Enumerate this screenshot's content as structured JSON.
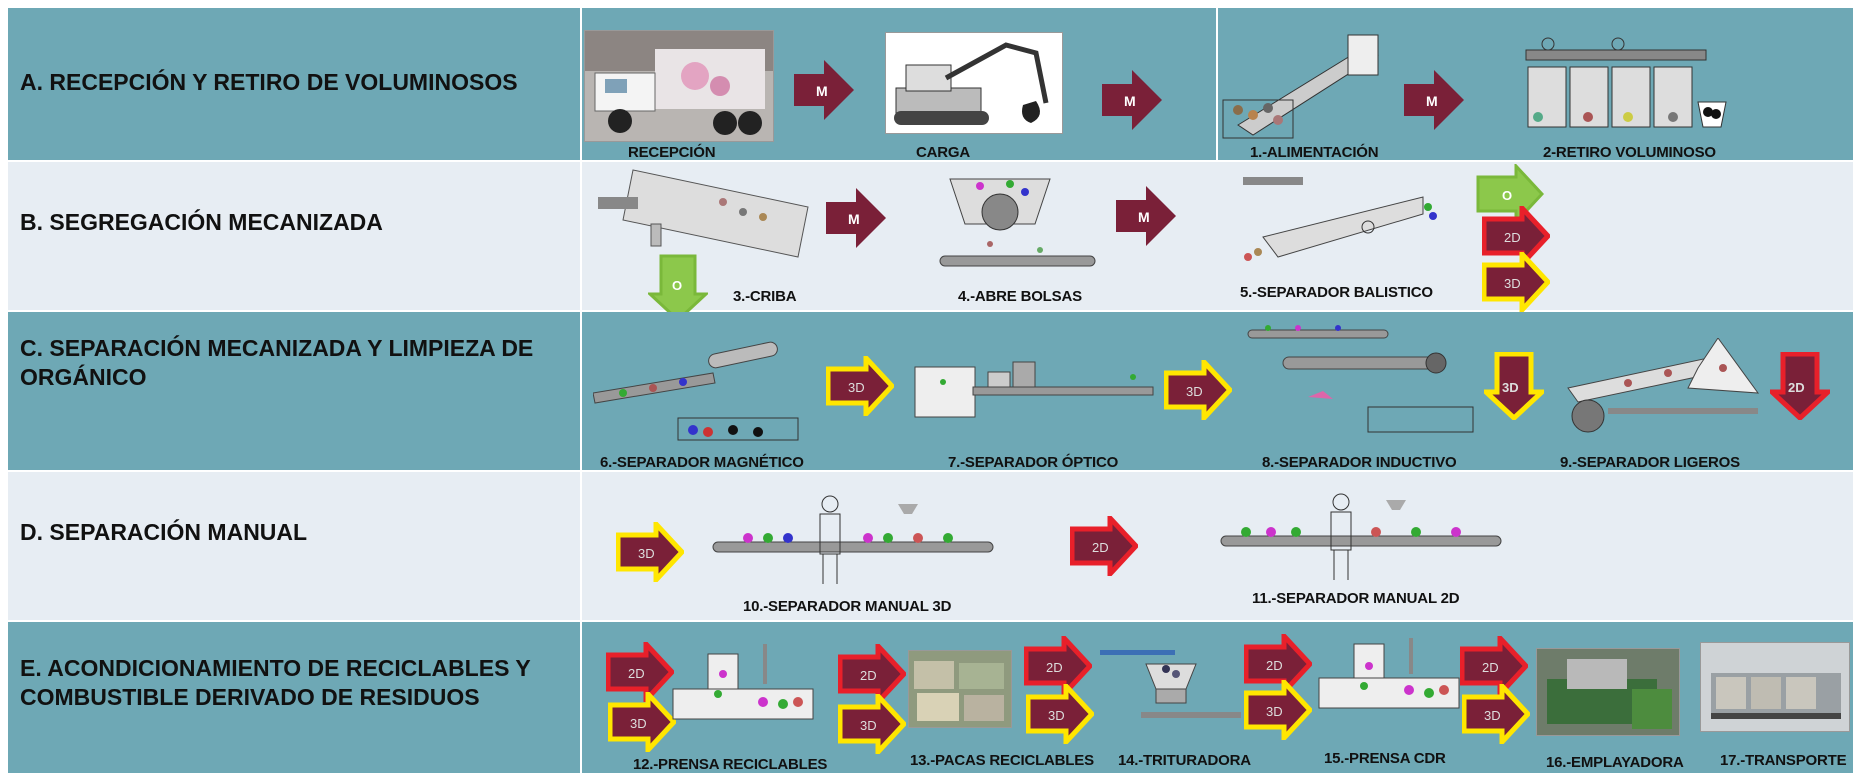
{
  "sections": {
    "A": {
      "title": "A. RECEPCIÓN Y RETIRO DE VOLUMINOSOS"
    },
    "B": {
      "title": "B. SEGREGACIÓN MECANIZADA"
    },
    "C": {
      "title": "C. SEPARACIÓN MECANIZADA Y LIMPIEZA DE ORGÁNICO"
    },
    "D": {
      "title": "D. SEPARACIÓN MANUAL"
    },
    "E": {
      "title": "E. ACONDICIONAMIENTO DE RECICLABLES Y COMBUSTIBLE DERIVADO DE RESIDUOS"
    }
  },
  "steps": {
    "recepcion": "RECEPCIÓN",
    "carga": "CARGA",
    "s1": "1.-ALIMENTACIÓN",
    "s2": "2-RETIRO VOLUMINOSO",
    "s3": "3.-CRIBA",
    "s4": "4.-ABRE BOLSAS",
    "s5": "5.-SEPARADOR BALISTICO",
    "s6": "6.-SEPARADOR MAGNÉTICO",
    "s7": "7.-SEPARADOR ÓPTICO",
    "s8": "8.-SEPARADOR INDUCTIVO",
    "s9": "9.-SEPARADOR LIGEROS",
    "s10": "10.-SEPARADOR MANUAL 3D",
    "s11": "11.-SEPARADOR MANUAL 2D",
    "s12": "12.-PRENSA RECICLABLES",
    "s13": "13.-PACAS RECICLABLES",
    "s14": "14.-TRITURADORA",
    "s15": "15.-PRENSA CDR",
    "s16": "16.-EMPLAYADORA",
    "s17": "17.-TRANSPORTE"
  },
  "arrow_labels": {
    "m": "M",
    "o": "O",
    "d2": "2D",
    "d3": "3D"
  },
  "colors": {
    "teal": "#6ea8b5",
    "light": "#e7edf3",
    "m_arrow": "#7a2038",
    "o_arrow": "#8cc84b",
    "red_border": "#e8202a",
    "yellow_border": "#ffe600"
  }
}
